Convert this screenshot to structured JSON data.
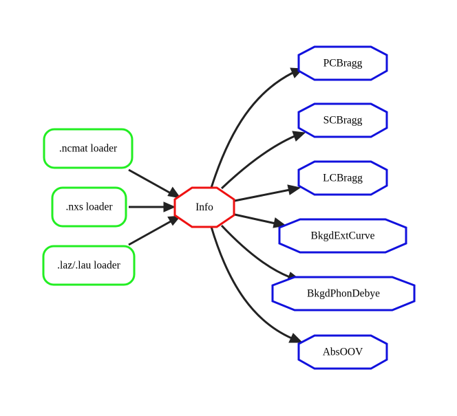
{
  "colors": {
    "loader_border": "#22ee22",
    "hub_border": "#ee1111",
    "output_border": "#1111dd",
    "edge": "#222222",
    "background": "#ffffff"
  },
  "loaders": [
    {
      "id": "ncmat",
      "label": ".ncmat loader"
    },
    {
      "id": "nxs",
      "label": ".nxs loader"
    },
    {
      "id": "laz",
      "label": ".laz/.lau loader"
    }
  ],
  "hub": {
    "id": "info",
    "label": "Info"
  },
  "outputs": [
    {
      "id": "pcbragg",
      "label": "PCBragg"
    },
    {
      "id": "scbragg",
      "label": "SCBragg"
    },
    {
      "id": "lcbragg",
      "label": "LCBragg"
    },
    {
      "id": "bkgdextcurve",
      "label": "BkgdExtCurve"
    },
    {
      "id": "bkgdphondebye",
      "label": "BkgdPhonDebye"
    },
    {
      "id": "absoov",
      "label": "AbsOOV"
    }
  ]
}
